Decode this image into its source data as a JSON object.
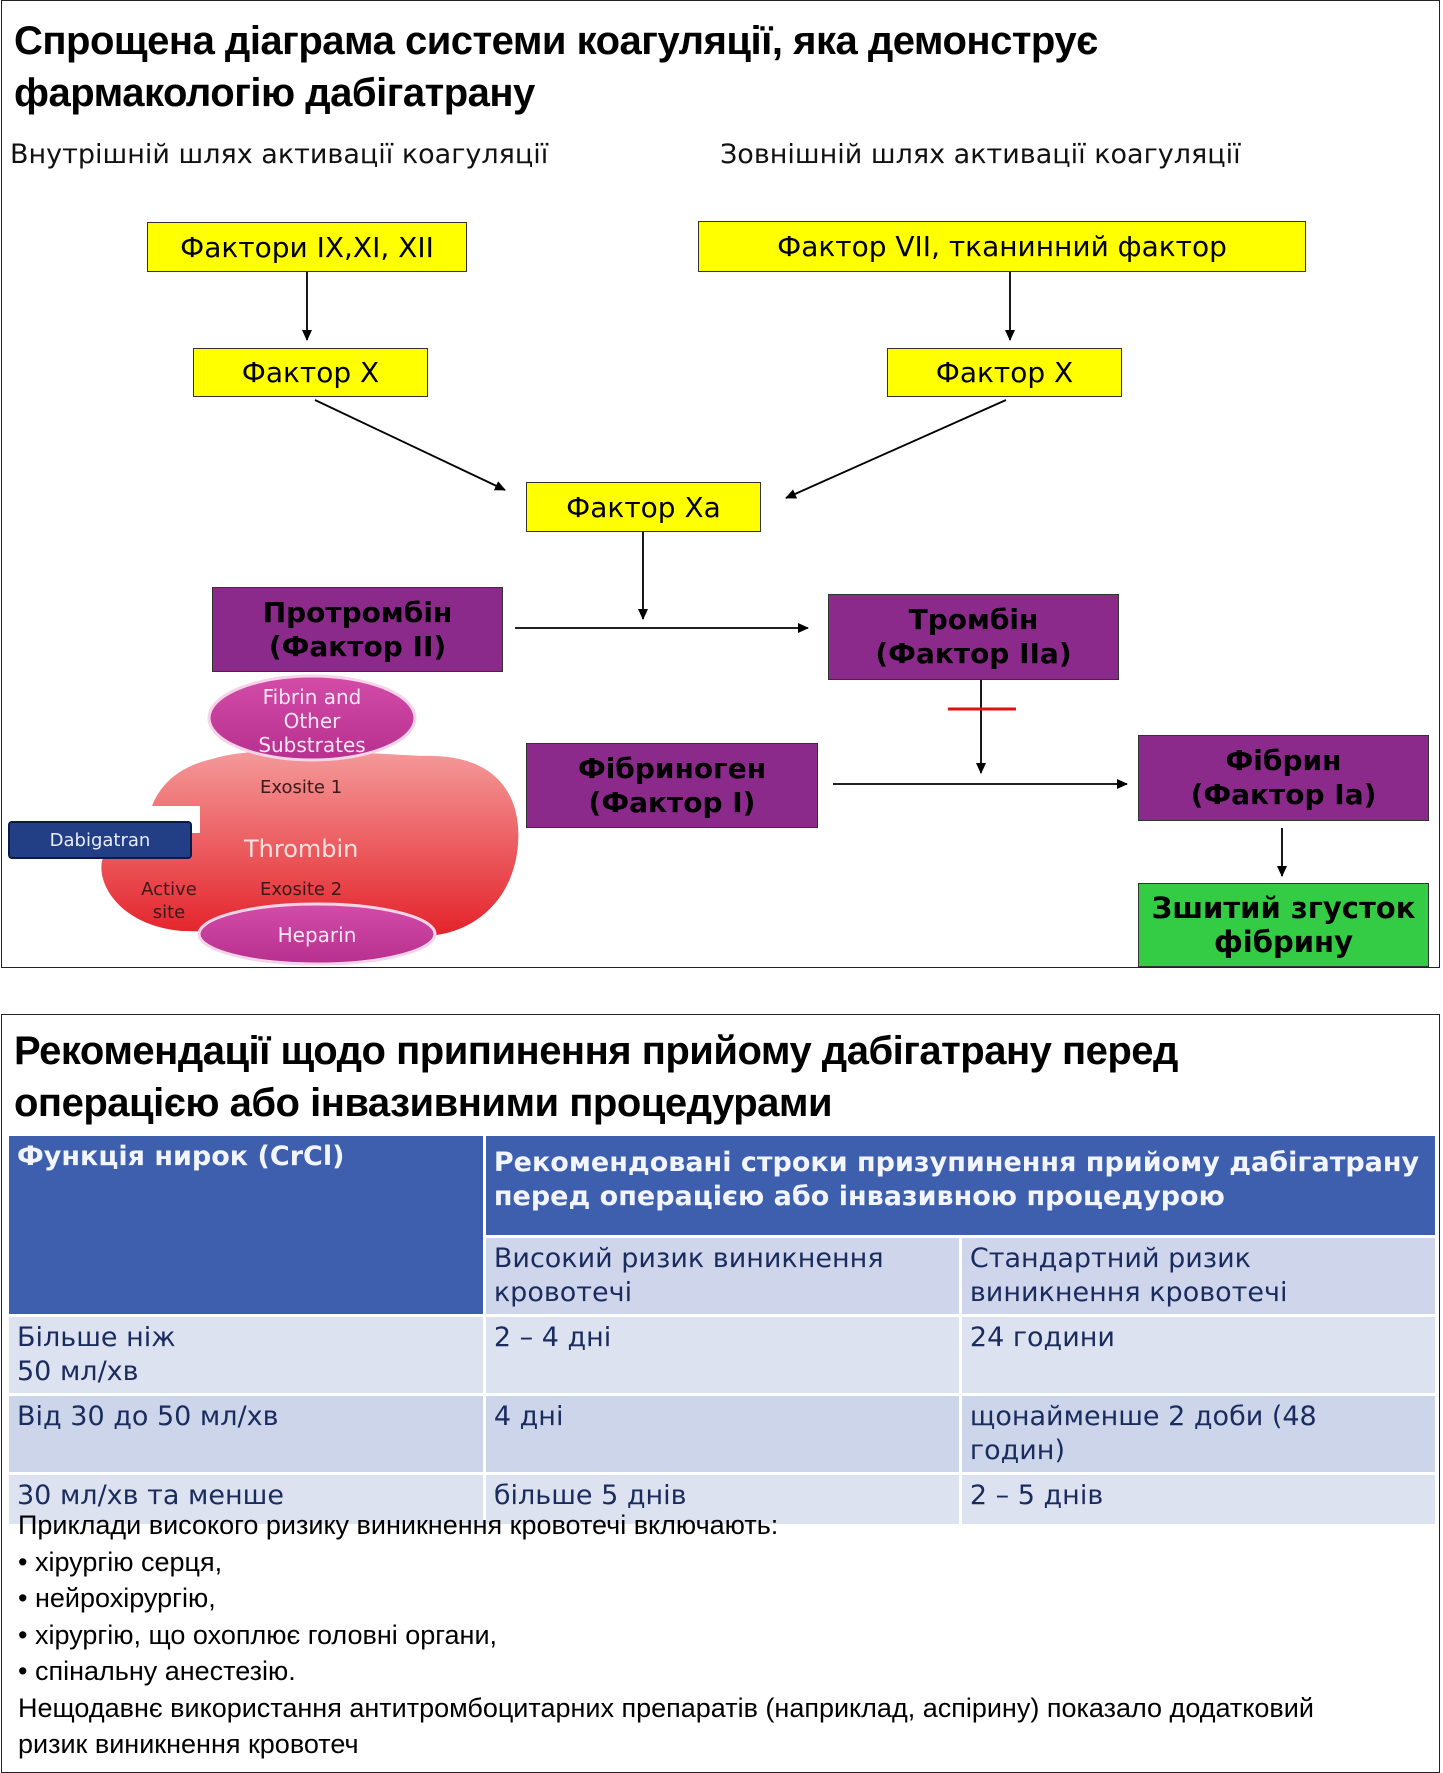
{
  "panel1": {
    "title_line1": "Спрощена діаграма системи коагуляції, яка демонструє",
    "title_line2": "фармакологію дабігатрану",
    "intrinsic_label": "Внутрішній шлях активації коагуляції",
    "extrinsic_label": "Зовнішній шлях активації коагуляції",
    "nodes": {
      "factors_9_11_12": "Фактори IX,XI, XII",
      "factor_7_tissue": "Фактор VII, тканинний фактор",
      "factor_x_left": "Фактор X",
      "factor_x_right": "Фактор X",
      "factor_xa": "Фактор Xa",
      "prothrombin_l1": "Протромбін",
      "prothrombin_l2": "(Фактор II)",
      "thrombin_l1": "Тромбін",
      "thrombin_l2": "(Фактор IIa)",
      "fibrinogen_l1": "Фібриноген",
      "fibrinogen_l2": "(Фактор I)",
      "fibrin_l1": "Фібрин",
      "fibrin_l2": "(Фактор Ia)",
      "clot_l1": "Зшитий згусток",
      "clot_l2": "фібрину"
    },
    "thrombin_illustration": {
      "fibrin_l1": "Fibrin and",
      "fibrin_l2": "Other",
      "fibrin_l3": "Substrates",
      "exosite1": "Exosite 1",
      "thrombin": "Thrombin",
      "active_l1": "Active",
      "active_l2": "site",
      "exosite2": "Exosite 2",
      "heparin": "Heparin",
      "dabigatran": "Dabigatran"
    },
    "colors": {
      "yellow": "#ffff00",
      "purple": "#8b2a8b",
      "green": "#33cc44",
      "inhibit": "#e01010"
    }
  },
  "panel2": {
    "title_line1": "Рекомендації щодо припинення прийому дабігатрану перед",
    "title_line2": "операцією або інвазивними процедурами",
    "table": {
      "col1_header": "Функція нирок (CrCl)",
      "col2_header_l1": "Рекомендовані строки призупинення прийому дабігатрану",
      "col2_header_l2": "перед операцією або інвазивною процедурою",
      "sub_high_l1": "Високий ризик виникнення",
      "sub_high_l2": "кровотечі",
      "sub_std_l1": "Стандартний ризик",
      "sub_std_l2": "виникнення кровотечі",
      "rows": [
        {
          "crcl_l1": "Більше ніж",
          "crcl_l2": "50 мл/хв",
          "high": "2 – 4 дні",
          "std_l1": "24 години",
          "std_l2": ""
        },
        {
          "crcl_l1": "Від 30 до 50 мл/хв",
          "crcl_l2": "",
          "high": "4 дні",
          "std_l1": "щонайменше 2 доби (48",
          "std_l2": "годин)"
        },
        {
          "crcl_l1": "30 мл/хв та менше",
          "crcl_l2": "",
          "high": "більше 5 днів",
          "std_l1": "2 – 5 днів",
          "std_l2": ""
        }
      ]
    },
    "notes": {
      "intro": "Приклади високого ризику виникнення кровотечі включають:",
      "items": [
        "• хірургію серця,",
        "• нейрохірургію,",
        "• хірургію, що охоплює головні органи,",
        "• спінальну анестезію."
      ],
      "footer_l1": "Нещодавнє використання антитромбоцитарних препаратів (наприклад, аспірину) показало додатковий",
      "footer_l2": "ризик виникнення кровотеч"
    }
  }
}
